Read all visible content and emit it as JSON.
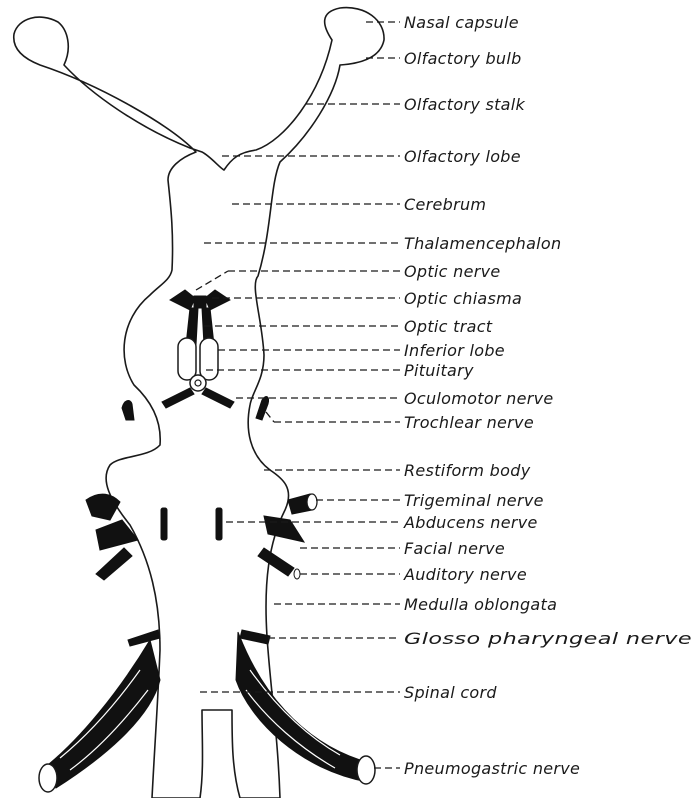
{
  "labels": {
    "nasal_capsule": "Nasal capsule",
    "olfactory_bulb": "Olfactory bulb",
    "olfactory_stalk": "Olfactory stalk",
    "olfactory_lobe": "Olfactory lobe",
    "cerebrum": "Cerebrum",
    "thalamencephalon": "Thalamencephalon",
    "optic_nerve": "Optic nerve",
    "optic_chiasma": "Optic chiasma",
    "optic_tract": "Optic tract",
    "inferior_lobe": "Inferior lobe",
    "pituitary": "Pituitary",
    "oculomotor_nerve": "Oculomotor nerve",
    "trochlear_nerve": "Trochlear nerve",
    "restiform_body": "Restiform body",
    "trigeminal_nerve": "Trigeminal nerve",
    "abducens_nerve": "Abducens nerve",
    "facial_nerve": "Facial nerve",
    "auditory_nerve": "Auditory nerve",
    "medulla_oblongata": "Medulla oblongata",
    "glossopharyngeal_nerve": "Glosso pharyngeal nerve",
    "spinal_cord": "Spinal cord",
    "pneumogastric_nerve": "Pneumogastric nerve"
  },
  "colors": {
    "ink": "#1a1a1a",
    "paper": "#ffffff"
  }
}
